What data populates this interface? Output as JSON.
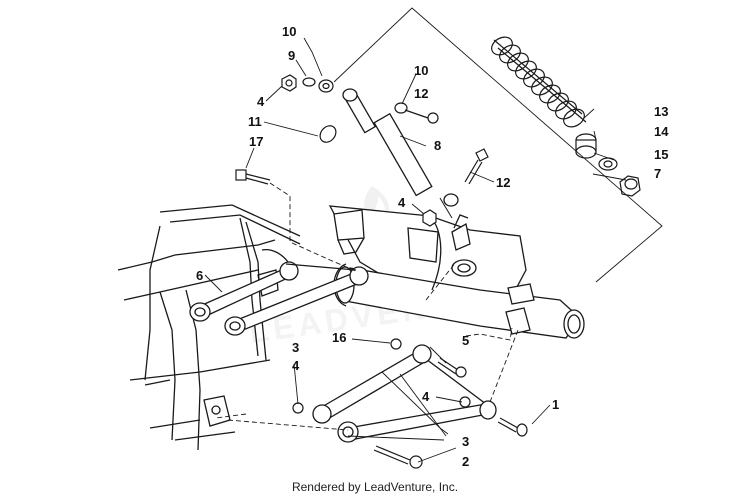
{
  "callouts": {
    "c10a": "10",
    "c9": "9",
    "c4a": "4",
    "c10b": "10",
    "c12a": "12",
    "c11": "11",
    "c17": "17",
    "c8": "8",
    "c12b": "12",
    "c4b": "4",
    "c6": "6",
    "c3a": "3",
    "c16": "16",
    "c5": "5",
    "c4c": "4",
    "c4d": "4",
    "c1": "1",
    "c3b": "3",
    "c2": "2",
    "c13": "13",
    "c14": "14",
    "c15": "15",
    "c7": "7"
  },
  "footer": {
    "text": "Rendered by LeadVenture, Inc."
  },
  "colors": {
    "line": "#1a1a1a",
    "watermark": "#e6e6e6",
    "background": "#ffffff"
  },
  "watermark": {
    "text": "LEADVENTURE",
    "visible": true
  }
}
